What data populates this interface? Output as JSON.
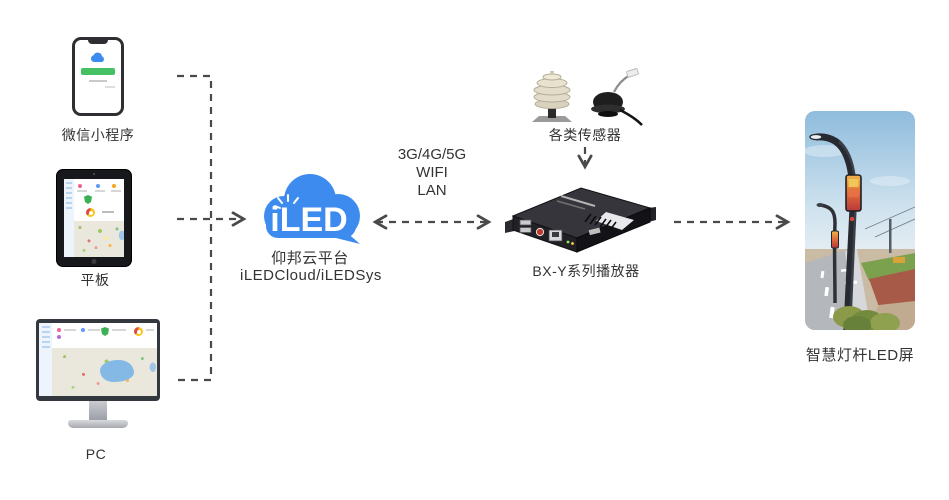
{
  "canvas": {
    "bg": "#ffffff",
    "label_color": "#333333",
    "connector_color": "#4a4a4a",
    "accent_blue": "#3e8bf0",
    "accent_green": "#45c163"
  },
  "nodes": {
    "wechat_app": {
      "label": "微信小程序"
    },
    "tablet": {
      "label": "平板"
    },
    "pc": {
      "label": "PC"
    },
    "cloud_platform": {
      "logo_text": "iLED",
      "name_cn": "仰邦云平台",
      "name_en": "iLEDCloud/iLEDSys",
      "color": "#3e8bf0"
    },
    "cloud_player_link": {
      "labels": [
        "3G/4G/5G",
        "WIFI",
        "LAN"
      ]
    },
    "sensors": {
      "label": "各类传感器"
    },
    "player": {
      "label": "BX-Y系列播放器"
    },
    "smart_pole": {
      "label": "智慧灯杆LED屏"
    }
  }
}
